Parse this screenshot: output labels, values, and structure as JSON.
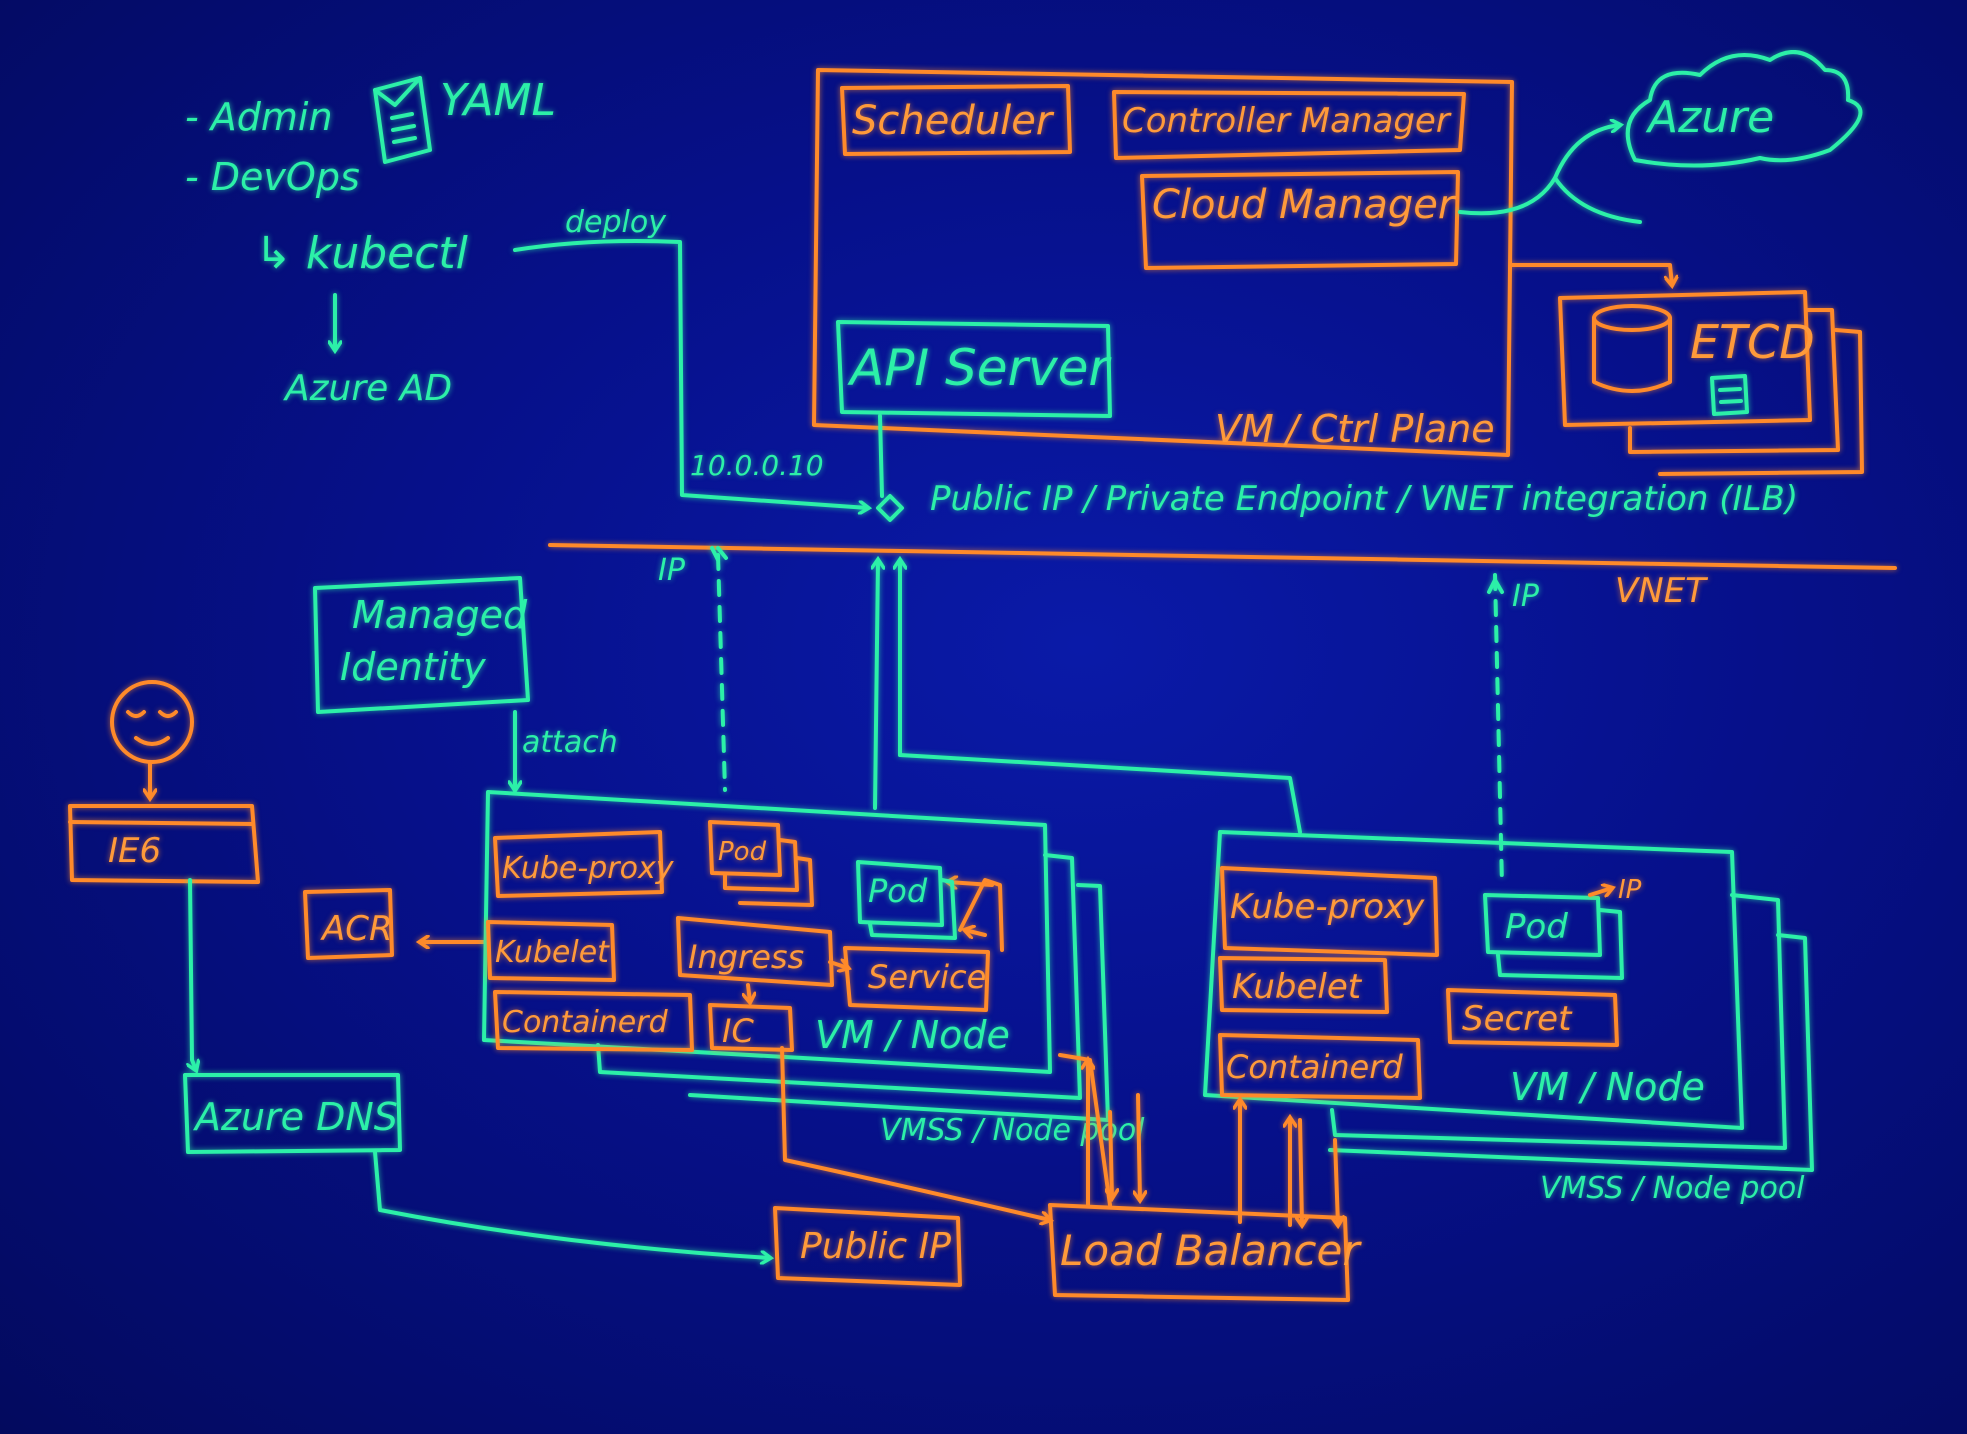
{
  "users": {
    "admin": "- Admin",
    "devops": "- DevOps",
    "yaml": "YAML",
    "kubectl": "↳ kubectl",
    "deploy": "deploy",
    "azure_ad": "Azure AD"
  },
  "control_plane": {
    "scheduler": "Scheduler",
    "controller_manager": "Controller Manager",
    "cloud_manager": "Cloud Manager",
    "api_server": "API Server",
    "label": "VM / Ctrl Plane"
  },
  "azure": {
    "cloud": "Azure",
    "etcd": "ETCD"
  },
  "network": {
    "api_ip": "10.0.0.10",
    "endpoint_text": "Public IP / Private Endpoint / VNET integration (ILB)",
    "vnet": "VNET",
    "ip_left": "IP",
    "ip_right": "IP"
  },
  "identity": {
    "managed_identity_line1": "Managed",
    "managed_identity_line2": "Identity",
    "attach": "attach"
  },
  "client": {
    "browser": "IE6",
    "acr": "ACR",
    "azure_dns": "Azure DNS"
  },
  "node_left": {
    "kube_proxy": "Kube-proxy",
    "kubelet": "Kubelet",
    "containerd": "Containerd",
    "pod_stack": "Pod",
    "pod": "Pod",
    "ingress": "Ingress",
    "service": "Service",
    "ic": "IC",
    "label": "VM / Node",
    "pool": "VMSS / Node pool"
  },
  "node_right": {
    "kube_proxy": "Kube-proxy",
    "kubelet": "Kubelet",
    "containerd": "Containerd",
    "pod": "Pod",
    "pod_ip": "IP",
    "secret": "Secret",
    "label": "VM / Node",
    "pool": "VMSS / Node pool"
  },
  "ingress_path": {
    "public_ip": "Public IP",
    "load_balancer": "Load Balancer"
  },
  "colors": {
    "green": "#2cf0a8",
    "orange": "#ff8a2a",
    "board": "#06108a"
  }
}
